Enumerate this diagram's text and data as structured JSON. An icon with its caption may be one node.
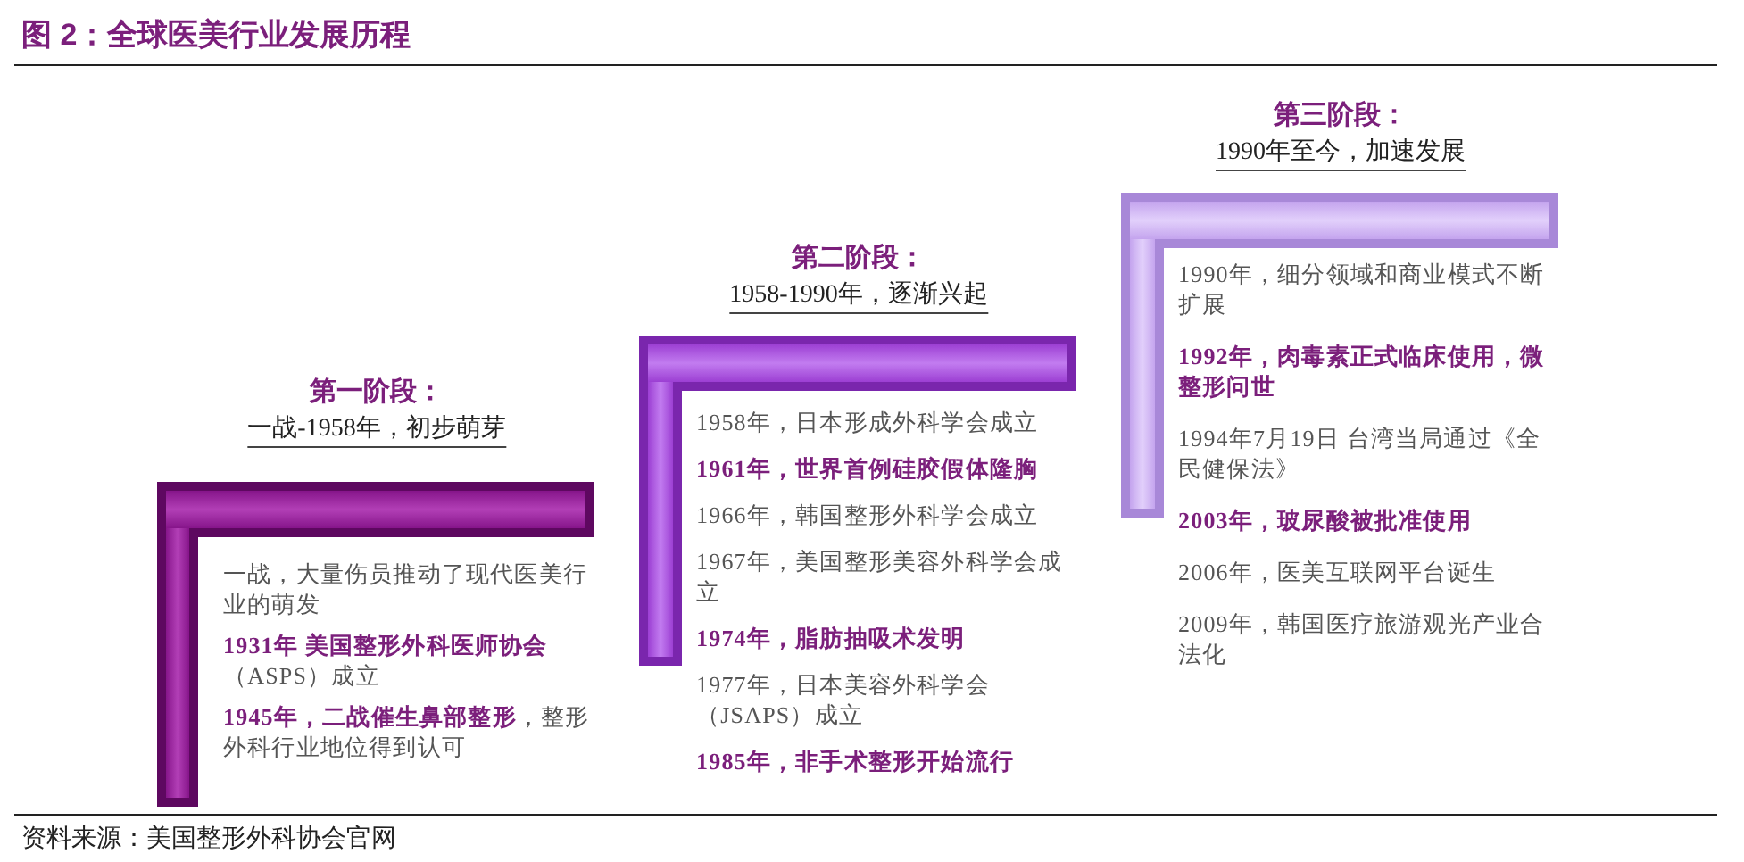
{
  "diagram": {
    "title": "图 2：全球医美行业发展历程",
    "caption": "资料来源：美国整形外科协会官网",
    "nodes": [
      {
        "text": [
          "第一阶段：",
          "一战-1958年，初步萌芽",
          "一战，大量伤员推动了现代医美行业的萌发",
          "**1931年 美国整形外科医师协会**（ASPS）成立",
          "**1945年，二战催生鼻部整形**，整形外科行业地位得到认可"
        ]
      },
      {
        "text": [
          "第二阶段：",
          "1958-1990年，逐渐兴起",
          "1958年，日本形成外科学会成立",
          "1961年，世界首例硅胶假体隆胸",
          "1966年，韩国整形外科学会成立",
          "1967年，美国整形美容外科学会成立",
          "1974年，脂肪抽吸术发明",
          "1977年，日本美容外科学会（JSAPS）成立",
          "1985年，非手术整形开始流行"
        ]
      },
      {
        "text": [
          "第三阶段：",
          "1990年至今，加速发展",
          "1990年，细分领域和商业模式不断扩展",
          "1992年，肉毒素正式临床使用，微整形问世",
          "1994年7月19日 台湾当局通过《全民健保法》",
          "2003年，玻尿酸被批准使用",
          "2006年，医美互联网平台诞生",
          "2009年，韩国医疗旅游观光产业合法化"
        ]
      }
    ]
  }
}
